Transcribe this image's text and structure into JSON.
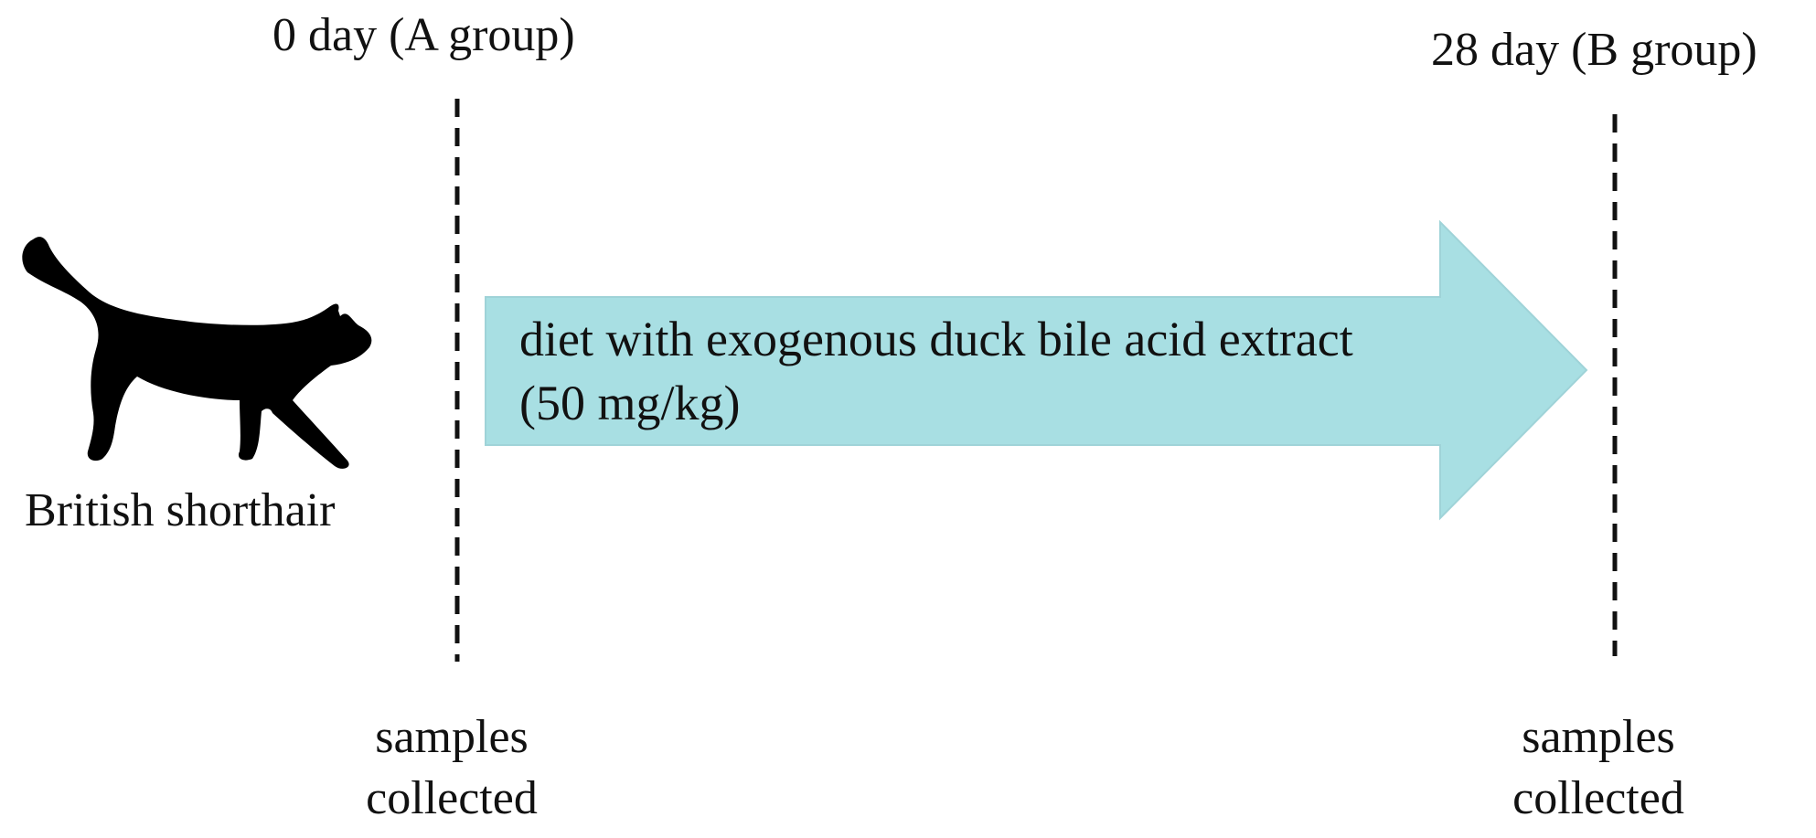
{
  "timepoints": {
    "start": {
      "title": "0 day (A group)",
      "note_line1": "samples",
      "note_line2": "collected"
    },
    "end": {
      "title": "28 day (B group)",
      "note_line1": "samples",
      "note_line2": "collected"
    }
  },
  "subject": {
    "label": "British shorthair",
    "icon": "cat-silhouette-icon"
  },
  "intervention": {
    "line1": "diet with exogenous duck bile acid extract",
    "line2": "(50 mg/kg)"
  },
  "colors": {
    "arrow_fill": "#a8dfe3",
    "arrow_stroke": "#9fd3d8",
    "ink": "#111111"
  }
}
